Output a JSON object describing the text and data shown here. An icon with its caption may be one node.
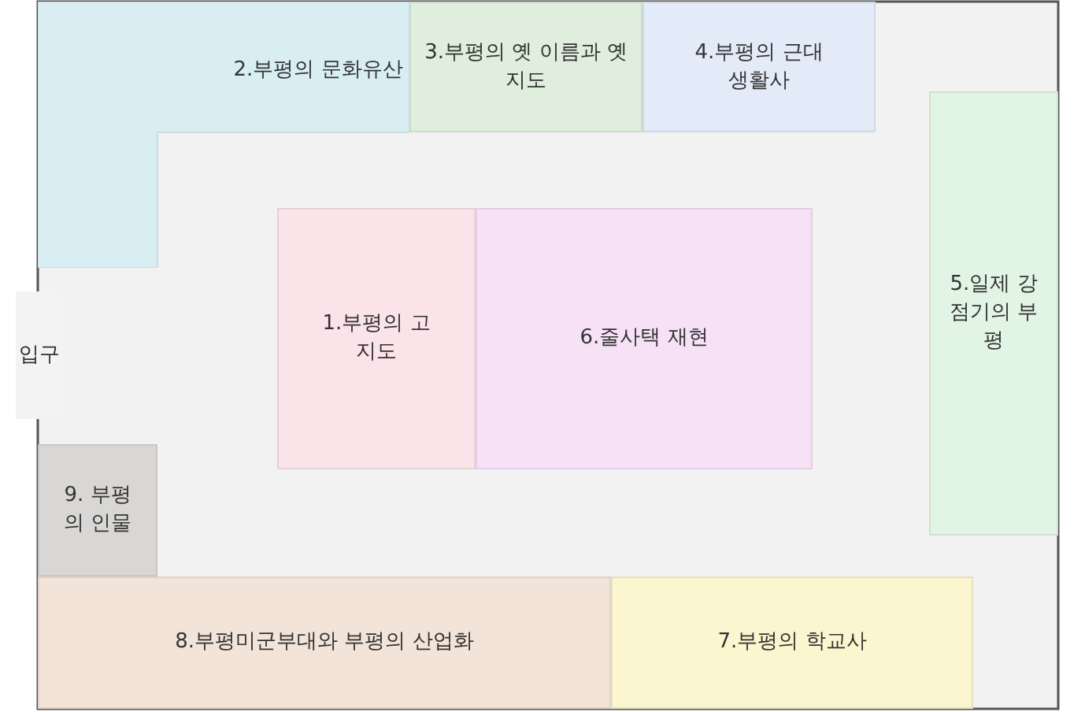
{
  "diagram": {
    "nodes": [
      {
        "text": [
          "2.부평의 문화유산"
        ]
      },
      {
        "text": [
          "3.부평의 옛 이름과 옛 지도"
        ]
      },
      {
        "text": [
          "4.부평의 근대 생활사"
        ]
      },
      {
        "text": [
          "5.일제 강점기의 부평"
        ]
      },
      {
        "text": [
          "1.부평의 고지도"
        ]
      },
      {
        "text": [
          "6.줄사택 재현"
        ]
      },
      {
        "text": [
          "입구"
        ]
      },
      {
        "text": [
          "9. 부평의 인물"
        ]
      },
      {
        "text": [
          "8.부평미군부대와 부평의 산업화"
        ]
      },
      {
        "text": [
          "7.부평의 학교사"
        ]
      }
    ]
  }
}
